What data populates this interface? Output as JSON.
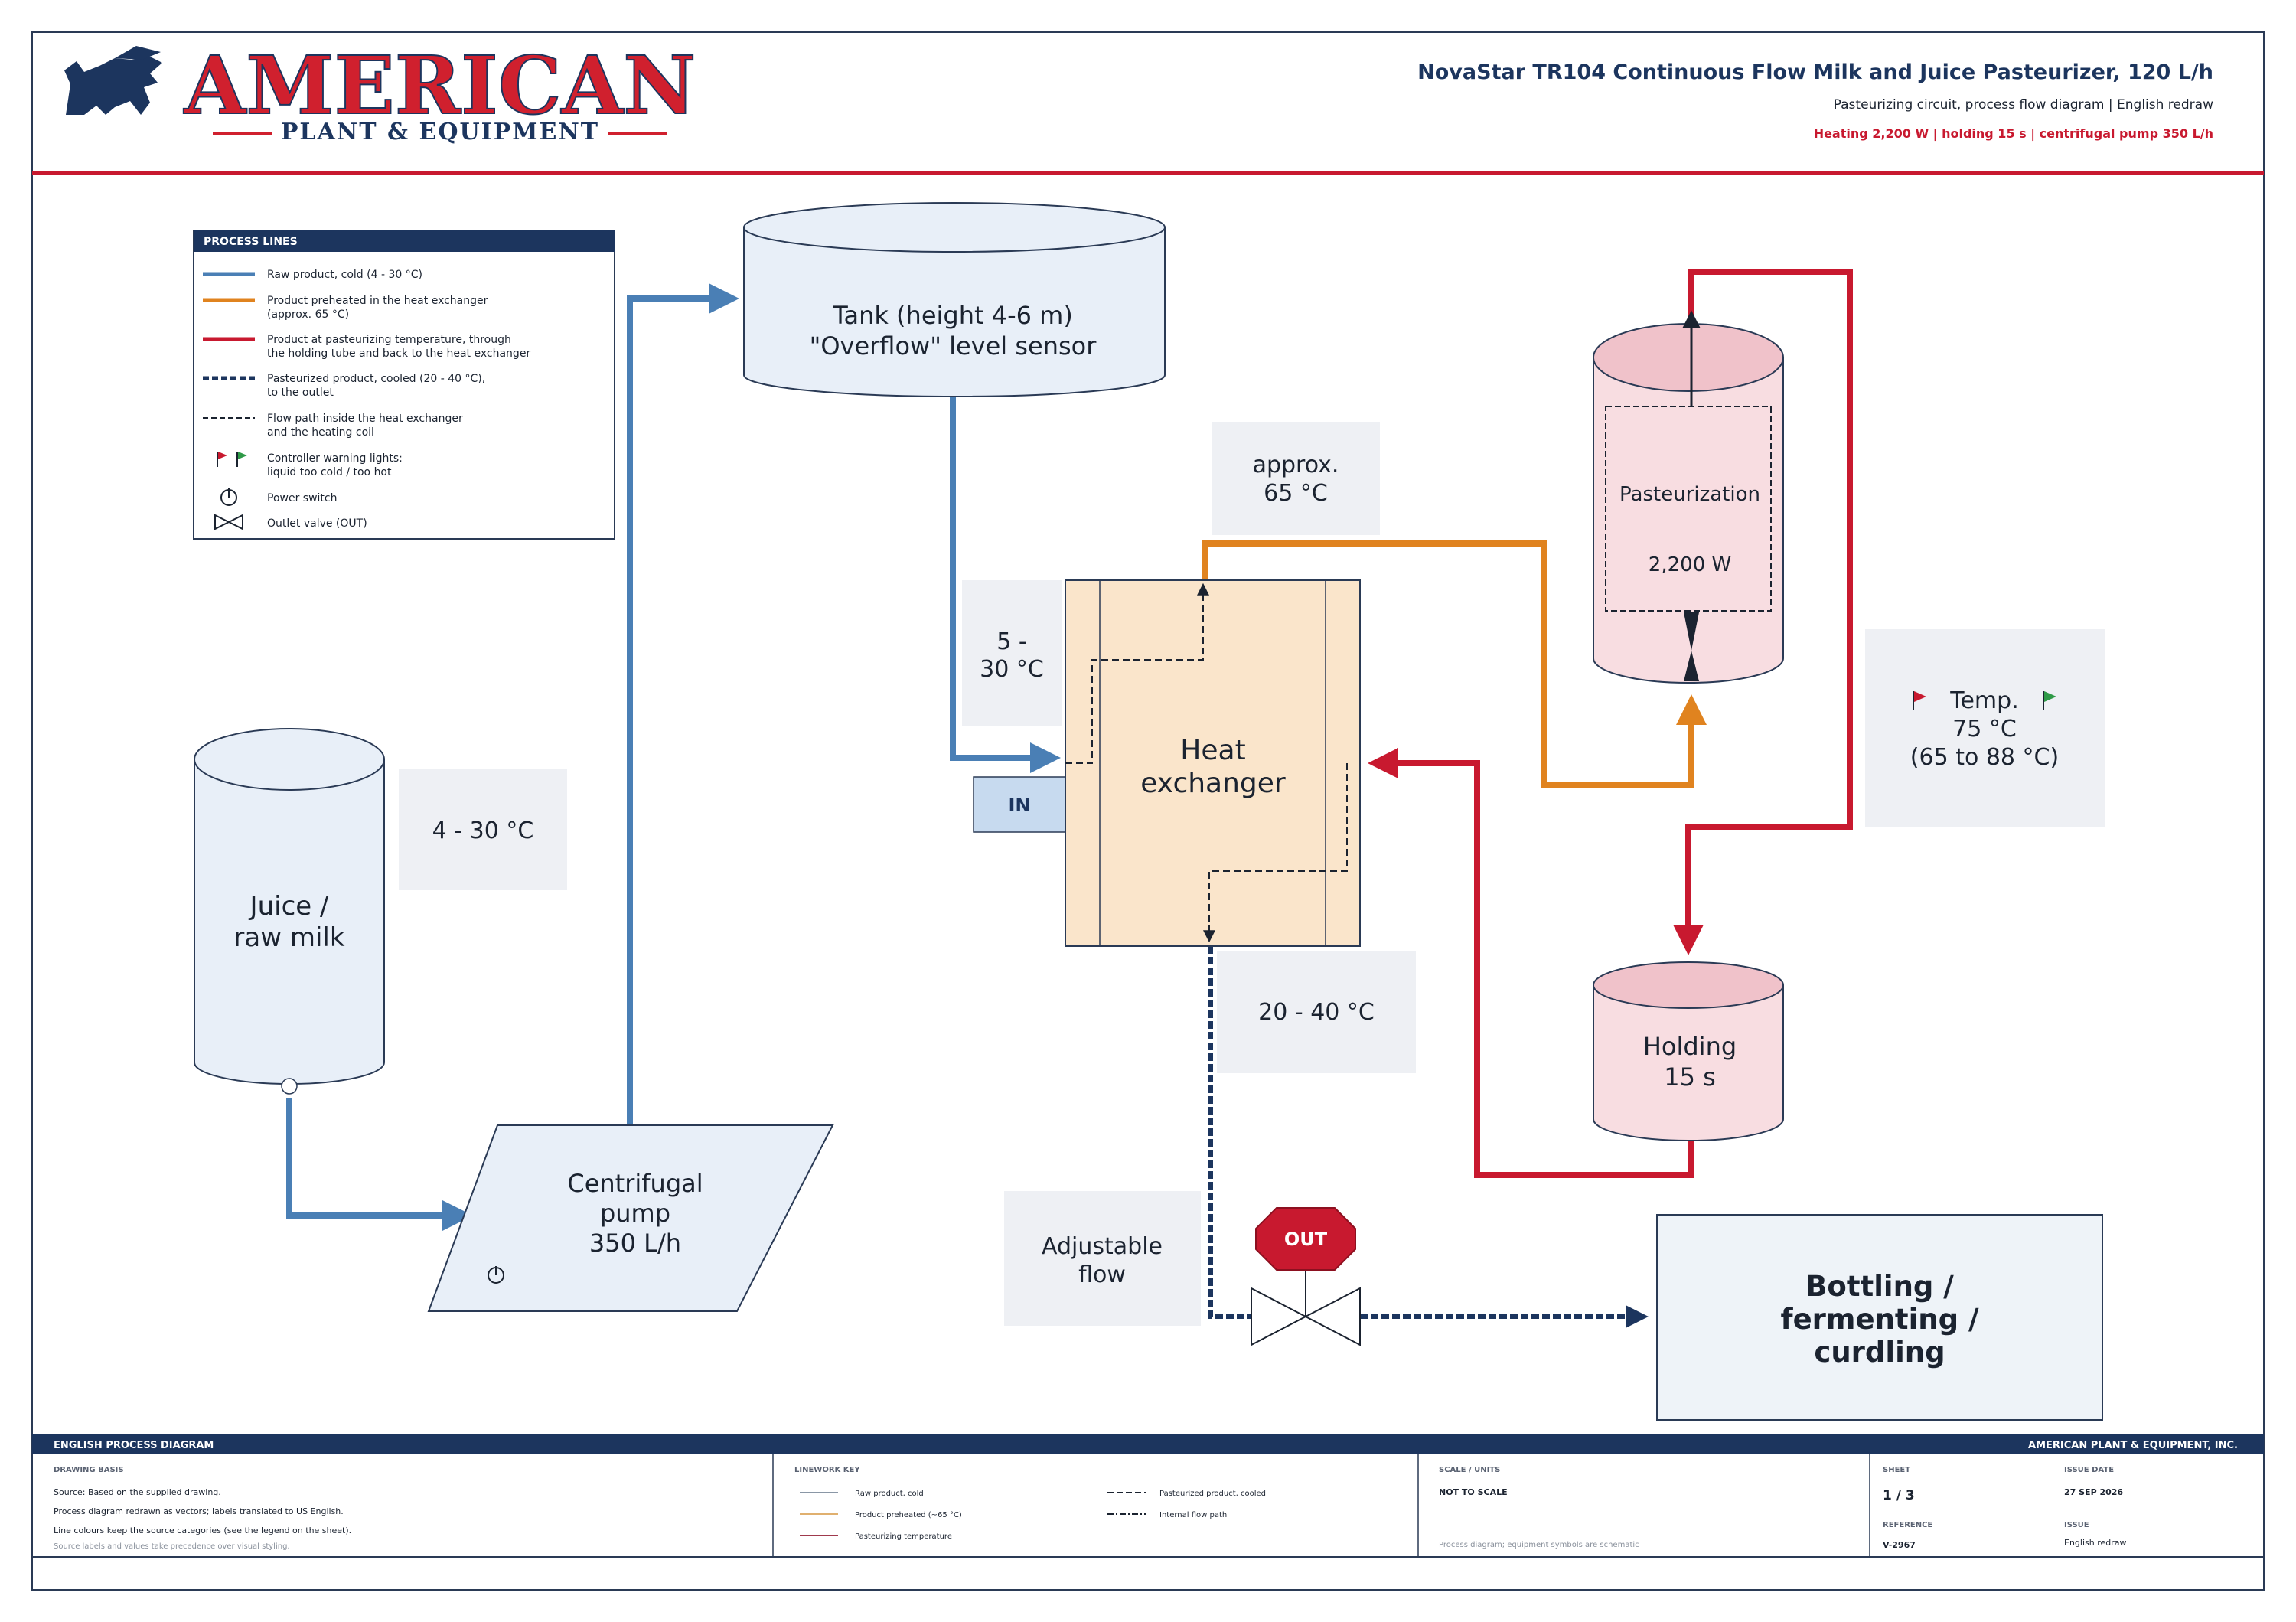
{
  "header": {
    "logo_main": "AMERICAN",
    "logo_sub": "PLANT & EQUIPMENT",
    "title": "NovaStar TR104 Continuous Flow Milk and Juice Pasteurizer, 120 L/h",
    "subtitle": "Pasteurizing circuit, process flow diagram | English redraw",
    "specs": "Heating 2,200 W | holding 15 s | centrifugal pump 350 L/h"
  },
  "legend": {
    "title": "PROCESS LINES",
    "items": [
      {
        "l1": "Raw product, cold (4 - 30 °C)",
        "l2": ""
      },
      {
        "l1": "Product preheated in the heat exchanger",
        "l2": "(approx. 65 °C)"
      },
      {
        "l1": "Product at pasteurizing temperature, through",
        "l2": "the holding tube and back to the heat exchanger"
      },
      {
        "l1": "Pasteurized product, cooled (20 - 40 °C),",
        "l2": "to the outlet"
      },
      {
        "l1": "Flow path inside the heat exchanger",
        "l2": "and the heating coil"
      },
      {
        "l1": "Controller warning lights:",
        "l2": "liquid too cold / too hot"
      },
      {
        "l1": "Power switch",
        "l2": ""
      },
      {
        "l1": "Outlet valve (OUT)",
        "l2": ""
      }
    ]
  },
  "diagram": {
    "raw_tank": {
      "l1": "Juice /",
      "l2": "raw milk"
    },
    "raw_temp": "4 - 30 °C",
    "pump": {
      "l1": "Centrifugal",
      "l2": "pump",
      "l3": "350 L/h"
    },
    "feed_tank": {
      "l1": "Tank (height 4-6 m)",
      "l2": "\"Overflow\" level sensor"
    },
    "inlet_temp": {
      "l1": "5 -",
      "l2": "30 °C"
    },
    "preheat_temp": {
      "l1": "approx.",
      "l2": "65 °C"
    },
    "heat_exchanger": {
      "l1": "Heat",
      "l2": "exchanger"
    },
    "in_label": "IN",
    "pasteurization": {
      "l1": "Pasteurization",
      "l2": "2,200 W"
    },
    "temp_box": {
      "l1": "Temp.",
      "l2": "75 °C",
      "l3": "(65 to 88 °C)"
    },
    "holding": {
      "l1": "Holding",
      "l2": "15 s"
    },
    "outlet_temp": "20 - 40 °C",
    "adjustable_flow": {
      "l1": "Adjustable",
      "l2": "flow"
    },
    "out_label": "OUT",
    "bottling": {
      "l1": "Bottling /",
      "l2": "fermenting /",
      "l3": "curdling"
    }
  },
  "footer": {
    "band_left": "ENGLISH PROCESS DIAGRAM",
    "band_right": "AMERICAN PLANT & EQUIPMENT, INC.",
    "drawing_basis": {
      "heading": "DRAWING BASIS",
      "lines": [
        "Source: Based on the supplied drawing.",
        "Process diagram redrawn as vectors; labels translated to US English.",
        "Line colours keep the source categories (see the legend on the sheet).",
        "Source labels and values take precedence over visual styling."
      ]
    },
    "linework_key": {
      "heading": "LINEWORK KEY",
      "items": [
        "Raw product, cold",
        "Product preheated (~65 °C)",
        "Pasteurizing temperature",
        "Pasteurized product, cooled",
        "Internal flow path"
      ]
    },
    "scale": {
      "heading": "SCALE / UNITS",
      "value": "NOT TO SCALE",
      "note": "Process diagram; equipment symbols are schematic"
    },
    "sheet": {
      "heading": "SHEET",
      "value": "1 / 3"
    },
    "issue_date": {
      "heading": "ISSUE DATE",
      "value": "27 SEP 2026"
    },
    "reference": {
      "heading": "REFERENCE",
      "value": "V-2967"
    },
    "issue": {
      "heading": "ISSUE",
      "value": "English redraw"
    }
  },
  "colors": {
    "navy": "#1c355e",
    "brand_red": "#d0202e",
    "cold_blue": "#4a7fb5",
    "preheat_orange": "#e0831f",
    "hot_red": "#c8192f",
    "tank_fill": "#e8eff8",
    "pink_fill": "#f8dde1",
    "hx_fill": "#fae5cb",
    "note_gray": "#eef0f4"
  }
}
